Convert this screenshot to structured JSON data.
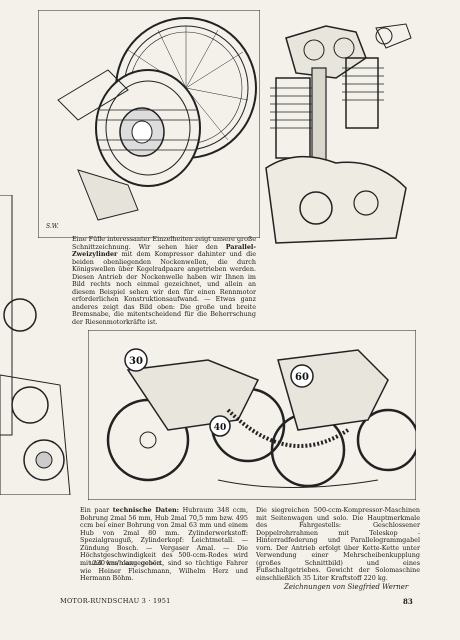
{
  "caption_top": {
    "lead": "Eine Fülle interessanter Einzelheiten zeigt unsere große Schnittzeichnung. Wir sehen hier den ",
    "bold": "Parallel-Zweizylinder",
    "rest": " mit dem Kompressor dahinter und die beiden obenliegenden Nockenwellen, die durch Königswellen über Kegelradpaare angetrieben werden. Diesen Antrieb der Nockenwelle haben wir Ihnen im Bild rechts noch einmal gezeichnet, und allein an diesem Beispiel sehen wir den für einen Rennmotor erforderlichen Konstruktionsaufwand. — Etwas ganz anderes zeigt das Bild oben: Die große und breite Bremsnabe, die mitentscheidend für die Beherrschung der Riesenmotorkräfte ist."
  },
  "tech": {
    "lead": "Ein paar ",
    "bold": "technische Daten:",
    "rest": " Hubraum 348 ccm, Bohrung 2mal 56 mm, Hub 2mal 70,5 mm bzw. 495 ccm bei einer Bohrung von 2mal 63 mm und einem Hub von 2mal 80 mm. Zylinderwerkstoff: Spezialgrauguß, Zylinderkopf: Leichtmetall. — Zündung Bosch. — Vergaser Amal. — Die Höchstgeschwindigkeit des 500-ccm-Rodes wird mit 230 km/h angegeben.",
    "riders": "... und was dazu gehört, sind so tüchtige Fahrer wie Heiner Fleischmann, Wilhelm Herz und Hermann Böhm."
  },
  "right_col": "Die siegreichen 500-ccm-Kompressor-Maschinen mit Seitenwagen und solo. Die Hauptmerkmale des Fahrgestells: Geschlossener Doppelrohrrahmen mit Teleskop - Hinterradfederung und Parallelogrammgabel vorn. Der Antrieb erfolgt über Kette-Kette unter Verwendung einer Mehrscheibenkupplung (großes Schnittbild) und eines Fußschaltgetriebes. Gewicht der Solomaschine einschließlich 35 Liter Kraftstoff 220 kg.",
  "credit": "Zeichnungen von Siegfried Werner",
  "footer": {
    "magazine": "MOTOR-RUNDSCHAU 3 · 1951",
    "page": "83"
  },
  "plates": {
    "left": "30",
    "right": "60",
    "sidecar": "40"
  },
  "signature": "S.W."
}
